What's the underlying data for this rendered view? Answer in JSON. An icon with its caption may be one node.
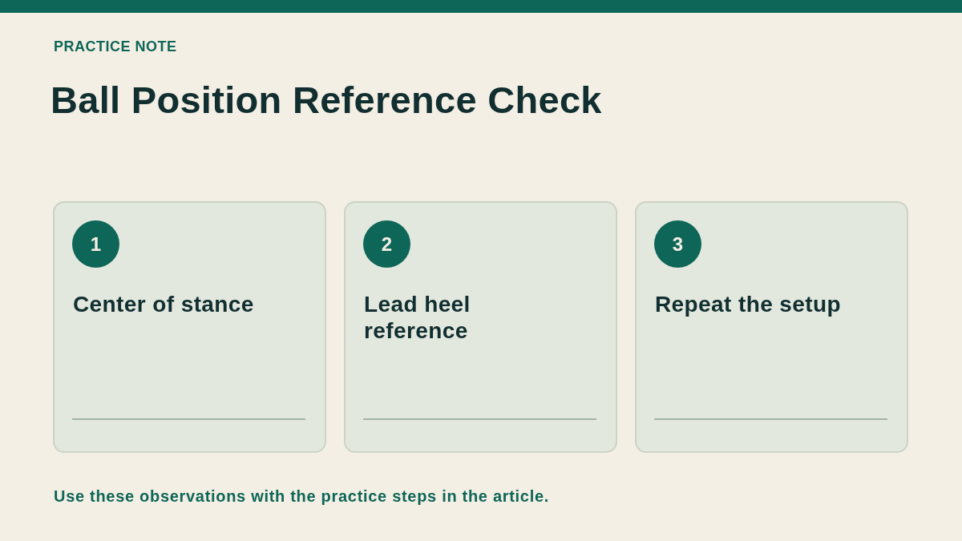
{
  "diagram": {
    "title": "Ball Position Reference Check",
    "caption": "Use these observations with the practice steps in the article.",
    "nodes": [
      {
        "text": [],
        "shape": "bar"
      },
      {
        "text": [
          "Center of stance"
        ]
      },
      {
        "text": [
          "1"
        ],
        "in": 1
      },
      {
        "text": [
          "Lead heel reference"
        ]
      },
      {
        "text": [
          "2"
        ],
        "in": 3
      },
      {
        "text": [
          "Repeat the setup"
        ]
      },
      {
        "text": [
          "3"
        ],
        "in": 5
      }
    ],
    "labels": [
      "PRACTICE NOTE"
    ]
  }
}
